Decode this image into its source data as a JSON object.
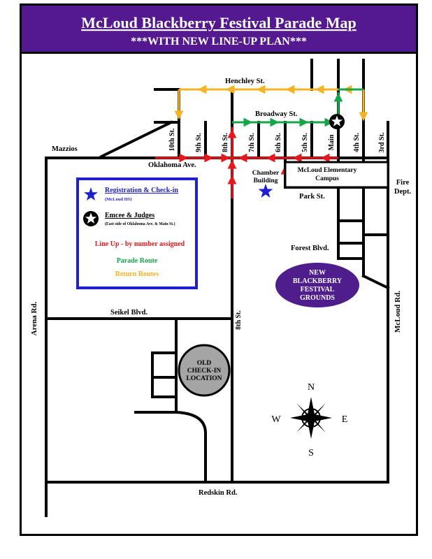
{
  "header": {
    "title": "McLoud Blackberry Festival Parade Map",
    "subtitle": "***WITH NEW LINE-UP PLAN***"
  },
  "streets": {
    "henchley": "Henchley St.",
    "broadway": "Broadway St.",
    "mazzios": "Mazzios",
    "oklahoma": "Oklahoma Ave.",
    "tenth": "10th St.",
    "ninth": "9th St.",
    "eighth": "8th St.",
    "seventh": "7th St.",
    "sixth": "6th St.",
    "fifth": "5th St.",
    "main": "Main",
    "fourth": "4th St.",
    "third": "3rd St.",
    "park": "Park St.",
    "forest": "Forest Blvd.",
    "seikel": "Seikel Blvd.",
    "eighth_south": "8th St.",
    "arena": "Arena Rd.",
    "mcloud": "McLoud Rd.",
    "redskin": "Redskin Rd."
  },
  "places": {
    "chamber": [
      "Chamber",
      "Building"
    ],
    "school": [
      "McLoud Elementary",
      "Campus"
    ],
    "fire": [
      "Fire",
      "Dept."
    ],
    "new_grounds": [
      "NEW",
      "BLACKBERRY",
      "FESTIVAL",
      "GROUNDS"
    ],
    "old_checkin": [
      "OLD",
      "CHECK-IN",
      "LOCATION"
    ]
  },
  "legend": {
    "registration": "Registration & Check-in",
    "registration_note": "(McLoud HS)",
    "emcee": "Emcee & Judges",
    "emcee_note": "(East side of Oklahoma Ave. & Main St.)",
    "lineup": "Line Up - by number assigned",
    "parade": "Parade Route",
    "returns": "Return Routes"
  },
  "compass": {
    "n": "N",
    "s": "S",
    "e": "E",
    "w": "W"
  },
  "colors": {
    "banner": "#55198f",
    "lineup": "#e8161b",
    "parade": "#16a64a",
    "returns": "#f5b324",
    "registration": "#1d1fd1",
    "new_grounds": "#4f1d8c",
    "old_checkin": "#a5a5a5"
  }
}
